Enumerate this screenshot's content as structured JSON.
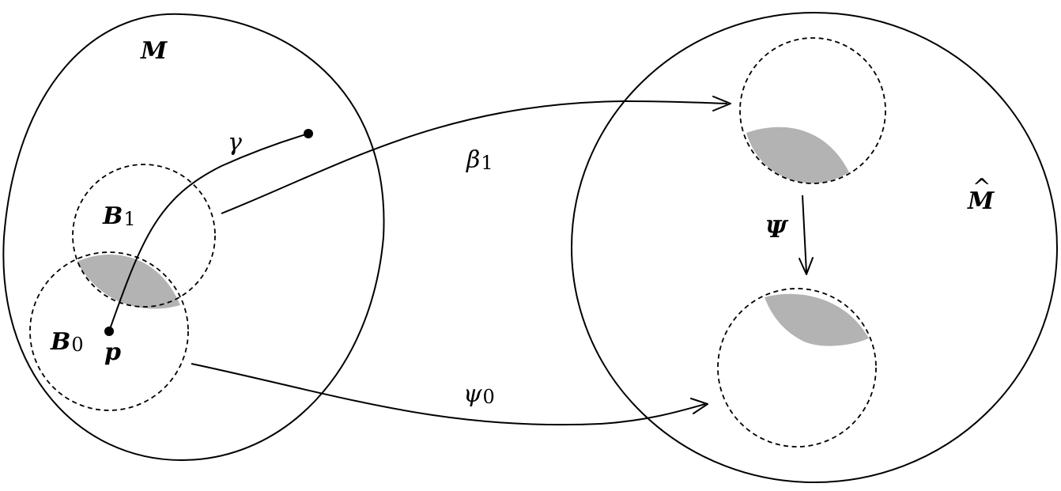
{
  "labels": {
    "manifold": "M",
    "manifold_hat": "M",
    "hat_mark": "^",
    "curve": "γ",
    "ball_1_base": "B",
    "ball_1_sub": "1",
    "ball_0_base": "B",
    "ball_0_sub": "0",
    "point": "p",
    "map_beta_base": "β",
    "map_beta_sub": "1",
    "map_psi0_base": "ψ",
    "map_psi0_sub": "0",
    "map_Psi": "Ψ"
  },
  "colors": {
    "stroke": "#000000",
    "overlap_fill": "#b3b3b3",
    "background": "#ffffff"
  }
}
